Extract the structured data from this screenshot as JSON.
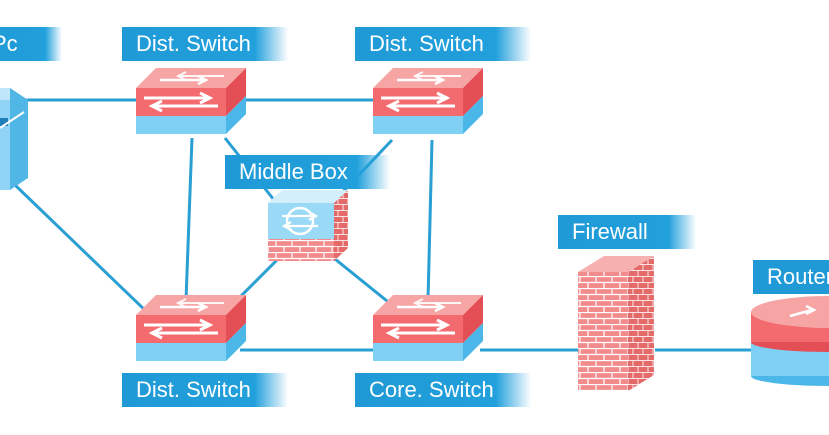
{
  "diagram": {
    "nodes": {
      "pc": {
        "label": "Pc"
      },
      "dist_switch_top_left": {
        "label": "Dist. Switch"
      },
      "dist_switch_top_right": {
        "label": "Dist. Switch"
      },
      "middle_box": {
        "label": "Middle Box"
      },
      "dist_switch_bottom_left": {
        "label": "Dist. Switch"
      },
      "core_switch": {
        "label": "Core. Switch"
      },
      "firewall": {
        "label": "Firewall"
      },
      "router": {
        "label": "Router"
      }
    }
  },
  "colors": {
    "link": "#2a9fd3",
    "label_bg": "#1f9ad6",
    "device_top": "#f36b6f",
    "device_base": "#7fd0f5",
    "brick": "#f08a8a"
  },
  "icons": {
    "switch": "switch-icon",
    "middle_box": "middle-box-icon",
    "firewall": "firewall-icon",
    "router": "router-icon",
    "pc": "pc-icon"
  }
}
